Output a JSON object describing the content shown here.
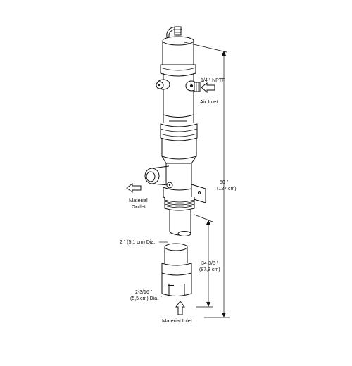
{
  "labels": {
    "thread_spec": "1/4 \" NPTF",
    "air_inlet": "Air Inlet",
    "material_outlet_line1": "Material",
    "material_outlet_line2": "Outlet",
    "overall_height_line1": "50 \"",
    "overall_height_line2": "(127 cm)",
    "tube_diameter_upper": "2 \" (5,1 cm) Dia.",
    "tube_length_line1": "34-3/8 \"",
    "tube_length_line2": "(87,3 cm)",
    "tube_diameter_lower_line1": "2-3/16 \"",
    "tube_diameter_lower_line2": "(5,5 cm) Dia.",
    "material_inlet": "Material Inlet"
  }
}
